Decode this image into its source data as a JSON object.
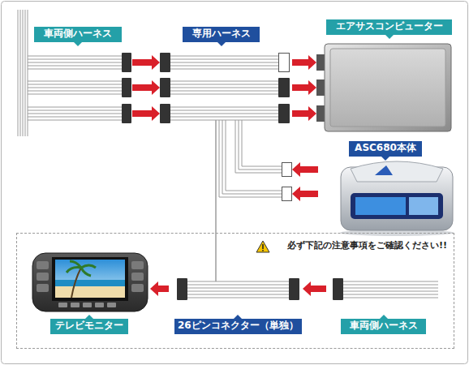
{
  "diagram": {
    "nodes": [
      {
        "text": [
          "車両側ハーネス"
        ]
      },
      {
        "text": [
          "専用ハーネス"
        ]
      },
      {
        "text": [
          "エアサスコンピューター"
        ]
      },
      {
        "text": [
          "ASC680本体"
        ]
      },
      {
        "text": [
          "必ず下記の注意事項をご確認ください!!"
        ]
      },
      {
        "text": [
          "テレビモニター"
        ],
        "in": 4
      },
      {
        "text": [
          "26ピンコネクター（単独）"
        ],
        "in": 4
      },
      {
        "text": [
          "車両側ハーネス"
        ],
        "in": 4
      }
    ],
    "edges": [
      {
        "from": 0,
        "to": 1,
        "arrow": "to"
      },
      {
        "from": 1,
        "to": 2,
        "arrow": "to"
      },
      {
        "from": 3,
        "to": 1,
        "arrow": "to"
      },
      {
        "from": 1,
        "to": 6,
        "arrow": "none"
      },
      {
        "from": 7,
        "to": 6,
        "arrow": "to"
      },
      {
        "from": 6,
        "to": 5,
        "arrow": "to"
      }
    ]
  }
}
